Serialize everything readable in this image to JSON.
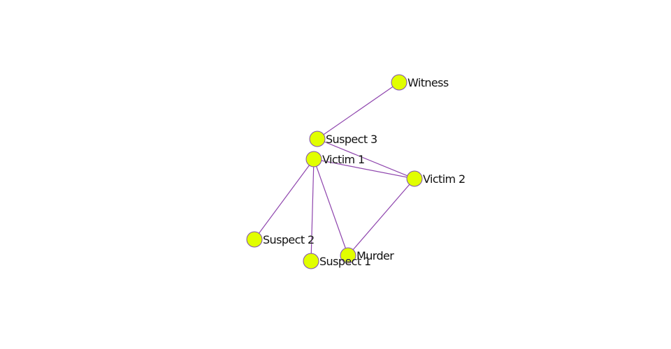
{
  "colors": {
    "node_fill": "#e1ff00",
    "node_stroke": "#7f4fb3",
    "edge": "#8e44ad",
    "background": "#ffffff"
  },
  "graph": {
    "nodes": [
      {
        "id": "witness",
        "label": "Witness"
      },
      {
        "id": "suspect3",
        "label": "Suspect 3"
      },
      {
        "id": "victim1",
        "label": "Victim 1"
      },
      {
        "id": "victim2",
        "label": "Victim 2"
      },
      {
        "id": "suspect2",
        "label": "Suspect 2"
      },
      {
        "id": "suspect1",
        "label": "Suspect 1"
      },
      {
        "id": "murder",
        "label": "Murder"
      }
    ],
    "edges": [
      {
        "source": "witness",
        "target": "suspect3"
      },
      {
        "source": "suspect3",
        "target": "victim2"
      },
      {
        "source": "victim1",
        "target": "victim2"
      },
      {
        "source": "victim1",
        "target": "suspect2"
      },
      {
        "source": "victim1",
        "target": "suspect1"
      },
      {
        "source": "victim1",
        "target": "murder"
      },
      {
        "source": "victim2",
        "target": "murder"
      }
    ]
  }
}
